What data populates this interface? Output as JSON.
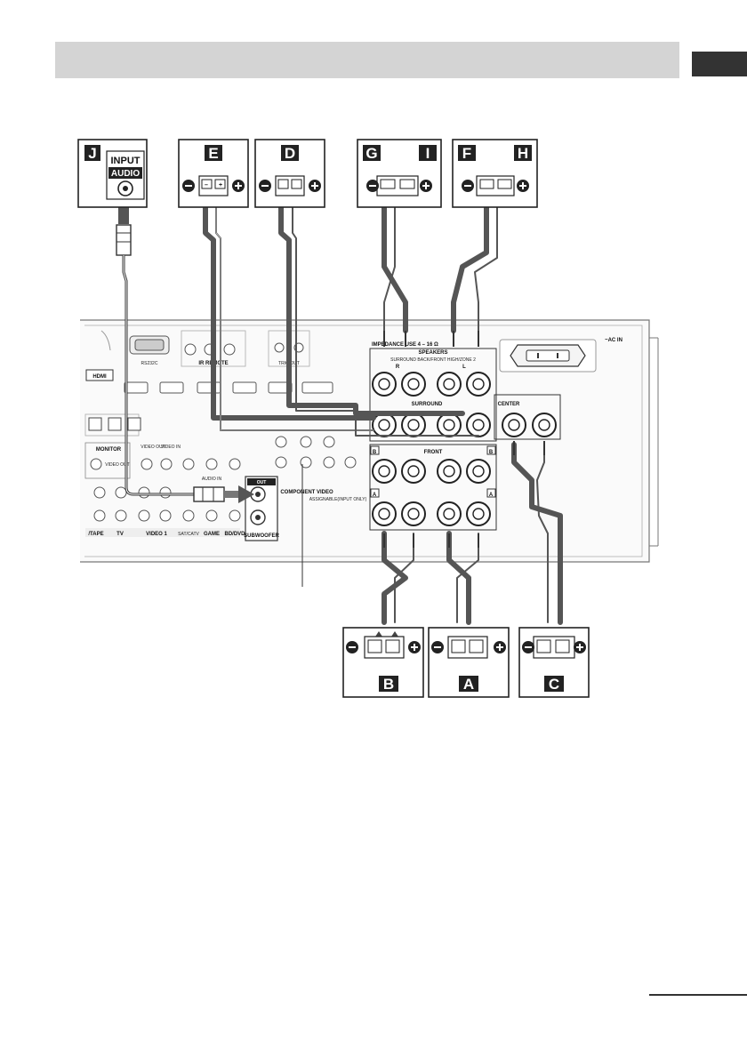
{
  "colors": {
    "header_bar": "#d4d4d4",
    "side_tab": "#333333",
    "cable_dark": "#555555"
  },
  "speakers": {
    "J": "J",
    "E": "E",
    "D": "D",
    "G": "G",
    "I": "I",
    "F": "F",
    "H": "H",
    "B": "B",
    "A": "A",
    "C": "C"
  },
  "subwoofer_input": {
    "input_label": "INPUT",
    "audio_label": "AUDIO"
  },
  "receiver": {
    "speakers_title": "SPEAKERS",
    "impedance_text": "IMPEDANCE USE 4 – 16 Ω",
    "surround_back_label": "SURROUND BACK/FRONT HIGH/ZONE 2",
    "surround_label": "SURROUND",
    "center_label": "CENTER",
    "front_label": "FRONT",
    "ac_in_label": "~AC IN",
    "r_label": "R",
    "l_label": "L",
    "a_label": "A",
    "b_label": "B",
    "plus": "+",
    "minus": "–",
    "subwoofer_label": "SUBWOOFER",
    "out_label": "OUT",
    "hdmi_label": "HDMI",
    "rs232c_label": "RS232C",
    "ir_remote_label": "IR REMOTE",
    "trig_out_label": "TRIG OUT",
    "monitor_label": "MONITOR",
    "video_out_label": "VIDEO OUT",
    "video_in_label": "VIDEO IN",
    "audio_in_label": "AUDIO IN",
    "component_video_label": "COMPONENT VIDEO",
    "assignable_label": "ASSIGNABLE(INPUT ONLY)",
    "tape_label": "/TAPE",
    "tv_label": "TV",
    "video1_label": "VIDEO 1",
    "sat_label": "SAT/CATV",
    "game_label": "GAME",
    "bd_label": "BD/DVD"
  }
}
